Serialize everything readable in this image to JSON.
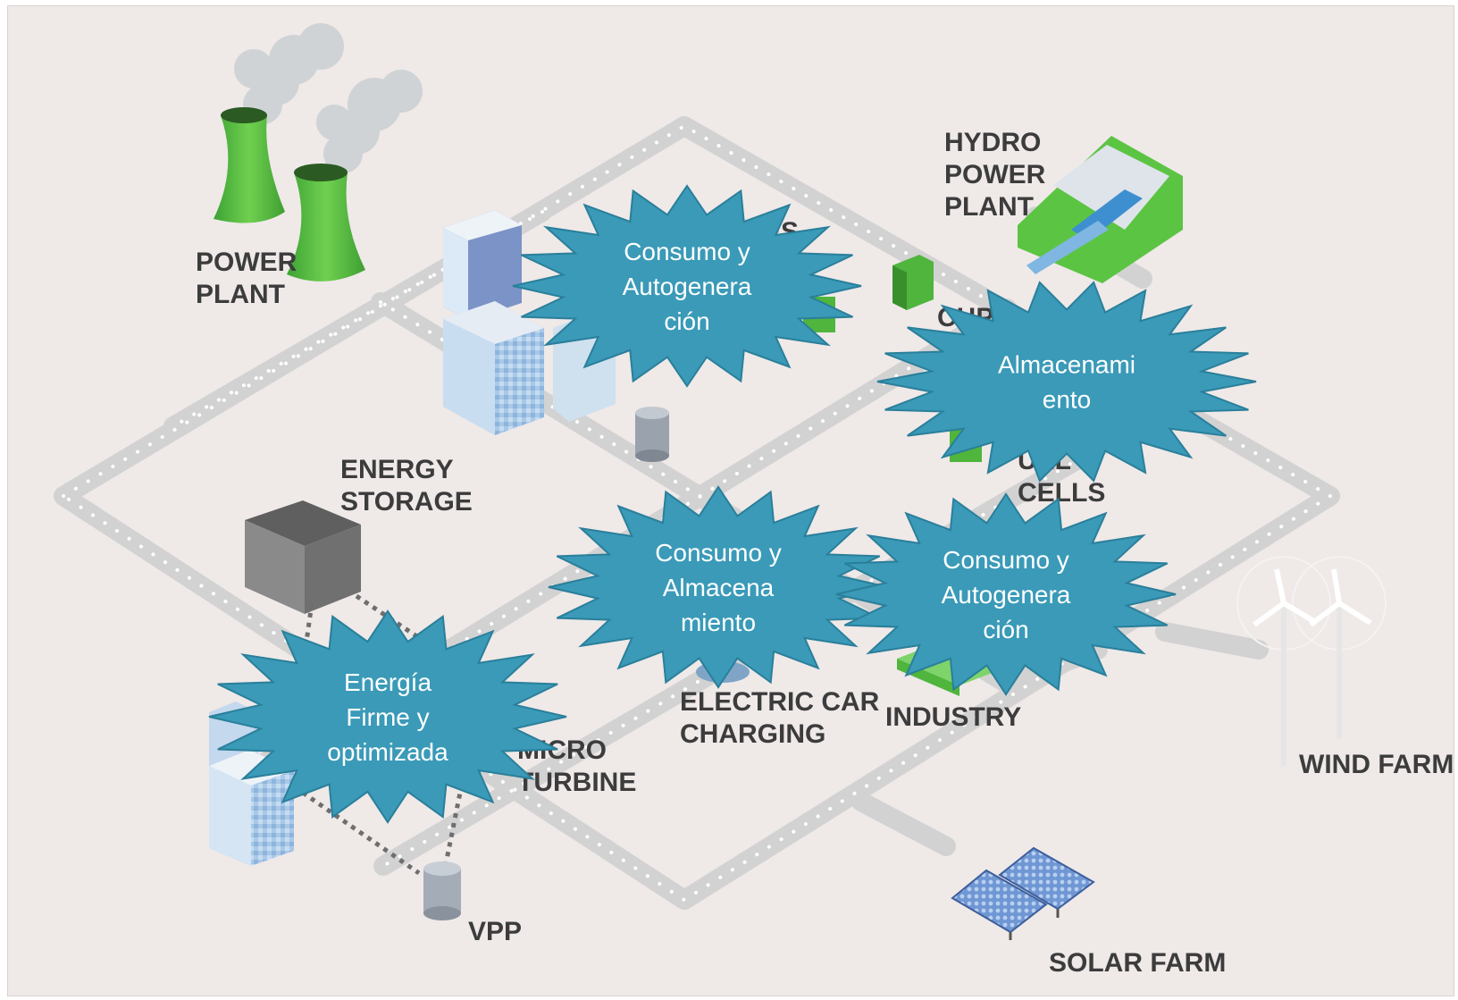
{
  "labels": {
    "power_plant": [
      "POWER",
      "PLANT"
    ],
    "hydro_power_plant": [
      "HYDRO",
      "POWER",
      "PLANT"
    ],
    "homes_partial": "MES",
    "chp": "CHP",
    "fuel_cells": [
      "UEL",
      "CELLS"
    ],
    "energy_storage": [
      "ENERGY",
      "STORAGE"
    ],
    "electric_car_charging": [
      "ELECTRIC CAR",
      "CHARGING"
    ],
    "industry": "INDUSTRY",
    "micro_turbine": [
      "MICRO",
      "TURBINE"
    ],
    "wind_farm": "WIND FARM",
    "vpp": "VPP",
    "solar_farm": "SOLAR FARM"
  },
  "callouts": [
    {
      "id": "consumo-autogeneracion-top",
      "lines": [
        "Consumo y",
        "Autogenera",
        "ción"
      ]
    },
    {
      "id": "almacenamiento",
      "lines": [
        "Almacenami",
        "ento"
      ]
    },
    {
      "id": "consumo-almacenamiento",
      "lines": [
        "Consumo y",
        "Almacena",
        "miento"
      ]
    },
    {
      "id": "consumo-autogeneracion-right",
      "lines": [
        "Consumo y",
        "Autogenera",
        "ción"
      ]
    },
    {
      "id": "energia-firme",
      "lines": [
        "Energía",
        "Firme y",
        "optimizada"
      ]
    }
  ],
  "colors": {
    "background": "#efe9e8",
    "road": "#d3d2d2",
    "road_dots": "#ffffff",
    "callout_fill": "#3a9ab8",
    "plant_green": "#58c142",
    "building_blue": "#a9c8e6"
  }
}
